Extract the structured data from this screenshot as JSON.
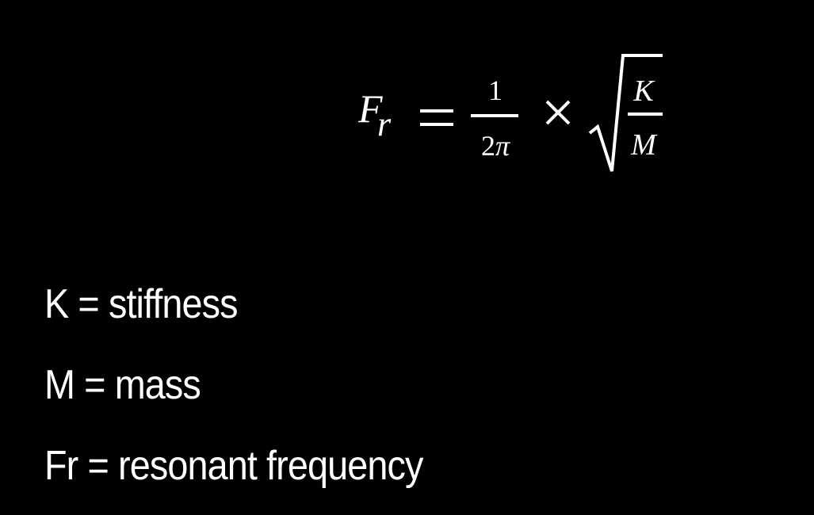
{
  "formula": {
    "lhs_variable": "F",
    "lhs_subscript": "r",
    "equals": "=",
    "fraction1": {
      "numerator": "1",
      "denominator_number": "2",
      "denominator_symbol": "π"
    },
    "operator": "×",
    "sqrt_fraction": {
      "numerator": "K",
      "denominator": "M"
    }
  },
  "legend": {
    "items": [
      {
        "label": "K = stiffness"
      },
      {
        "label": "M = mass"
      },
      {
        "label": "Fr = resonant frequency"
      }
    ]
  },
  "colors": {
    "background": "#000000",
    "foreground": "#ffffff"
  }
}
